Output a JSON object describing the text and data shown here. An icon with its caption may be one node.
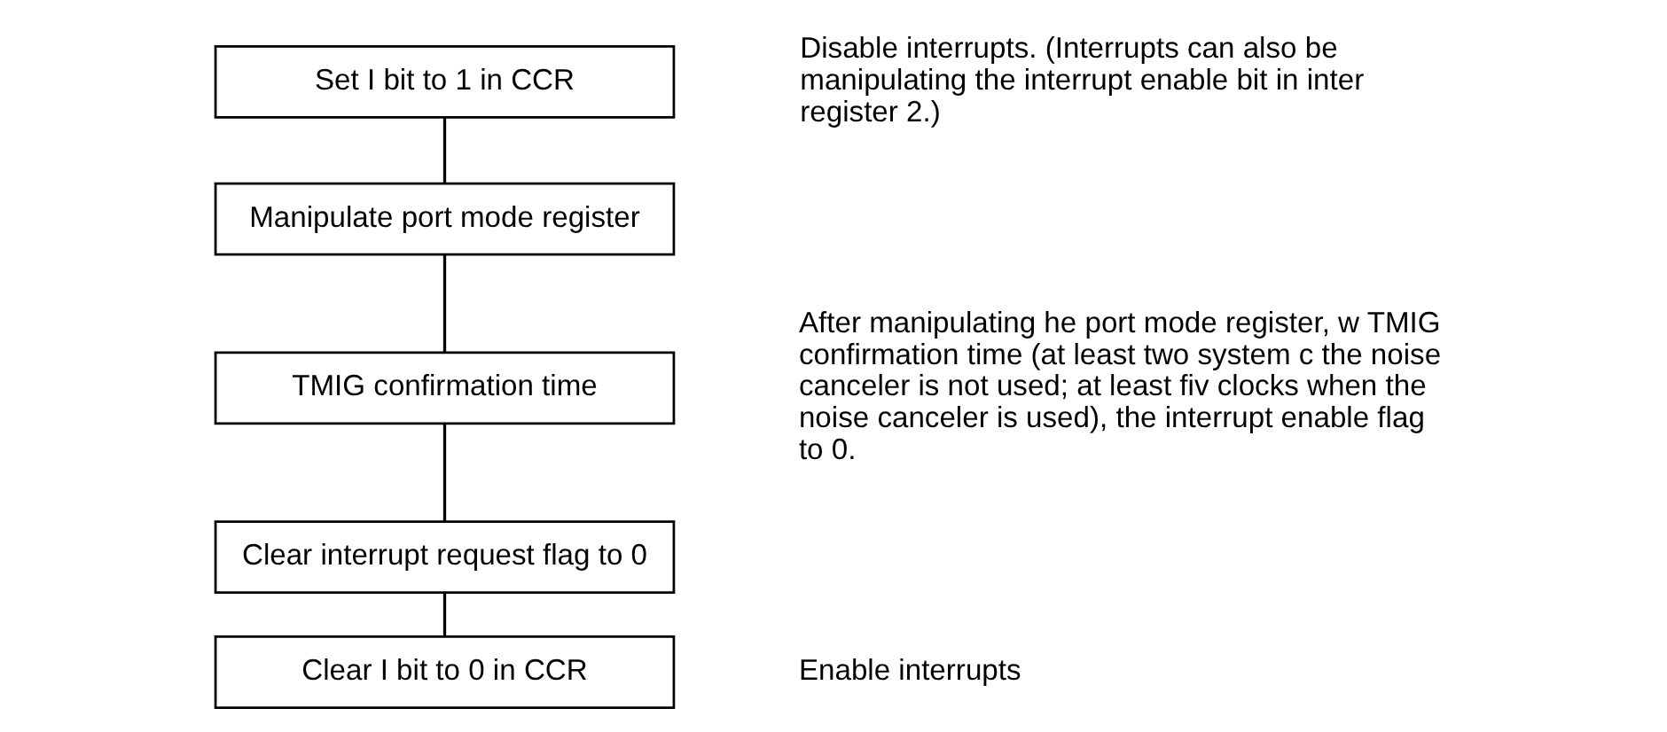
{
  "diagram": {
    "nodes": [
      {
        "text": [
          "Set I bit to 1 in CCR"
        ]
      },
      {
        "text": [
          "Manipulate port mode register"
        ]
      },
      {
        "text": [
          "TMIG confirmation time"
        ]
      },
      {
        "text": [
          "Clear interrupt request flag to 0"
        ]
      },
      {
        "text": [
          "Clear I bit to 0 in CCR"
        ]
      }
    ],
    "edges": [
      {
        "from": 0,
        "to": 1,
        "arrow": "none"
      },
      {
        "from": 1,
        "to": 2,
        "arrow": "none"
      },
      {
        "from": 2,
        "to": 3,
        "arrow": "none"
      },
      {
        "from": 3,
        "to": 4,
        "arrow": "none"
      }
    ],
    "labels": [
      "Disable interrupts. (Interrupts can also be manipulating the interrupt enable bit in inter register 2.)",
      "After manipulating he port mode register, w TMIG confirmation time (at least two system c the noise canceler is not used; at least fiv clocks when the noise canceler is used), the interrupt enable flag to 0.",
      "Enable interrupts"
    ]
  }
}
